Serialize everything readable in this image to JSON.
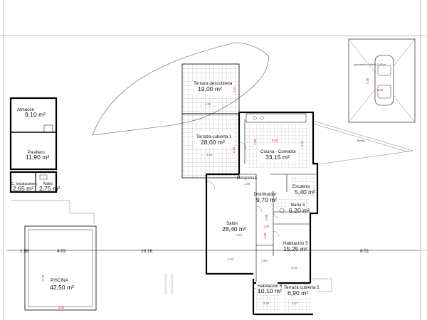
{
  "rooms": {
    "almacen": {
      "name": "Almacén",
      "area": "9,10 m²"
    },
    "pasillero": {
      "name": "Pasillero",
      "area": "11,90 m²"
    },
    "instalaciones": {
      "name": "C. Instalaciones",
      "area": "2,65 m²"
    },
    "aseo": {
      "name": "Aseo",
      "area": "2,75 m²"
    },
    "piscina": {
      "name": "PISCINA",
      "area": "42,50 m²"
    },
    "terraza_descubierta": {
      "name": "Terraza descubierta",
      "area": "19,00 m²"
    },
    "terraza_cubierta_1": {
      "name": "Terraza cubierta 1",
      "area": "28,00 m²"
    },
    "cocina": {
      "name": "Cocina - Comedor",
      "area": "33,15 m²"
    },
    "despensa": {
      "name": "Despensa"
    },
    "escalera": {
      "name": "Escalera",
      "area": "5,40 m²"
    },
    "distribuidor": {
      "name": "Distribuidor",
      "area": "9,70 m²"
    },
    "bano": {
      "name": "Baño 5",
      "area": "6,20 m²"
    },
    "salon": {
      "name": "Salón",
      "area": "28,40 m²"
    },
    "habitacion5": {
      "name": "Habitación 5",
      "area": "15,25 m²"
    },
    "habitacion6": {
      "name": "Habitación 6",
      "area": "10,10 m²"
    },
    "terraza_cubierta_2": {
      "name": "Terraza cubierta 2",
      "area": "6,90 m²"
    }
  },
  "dimensions": {
    "d1": "1.96",
    "d2": "4.62",
    "d3": "10.16",
    "d4": "8.51"
  },
  "red_dims": {
    "r1": "4.82",
    "r2": "4.82",
    "r3": "5.36",
    "r4": "2.57",
    "r5": "8.45",
    "r6": "6.04",
    "r7": "1.99",
    "r8": "1.00",
    "r9": "4.57",
    "r10": "4.82",
    "r11": "3.99",
    "r12": "1.99",
    "r13": "1.64",
    "r14": "3.21",
    "r15": "2.25",
    "r16": "2.57",
    "r17": "5.36",
    "r18": "5.34",
    "r19": "9.20",
    "r20": "4.62",
    "r21": "1.00"
  },
  "small_labels": {
    "carport": "Aparcamiento cubierto 22,00 m²",
    "ramp": "Rampa"
  }
}
